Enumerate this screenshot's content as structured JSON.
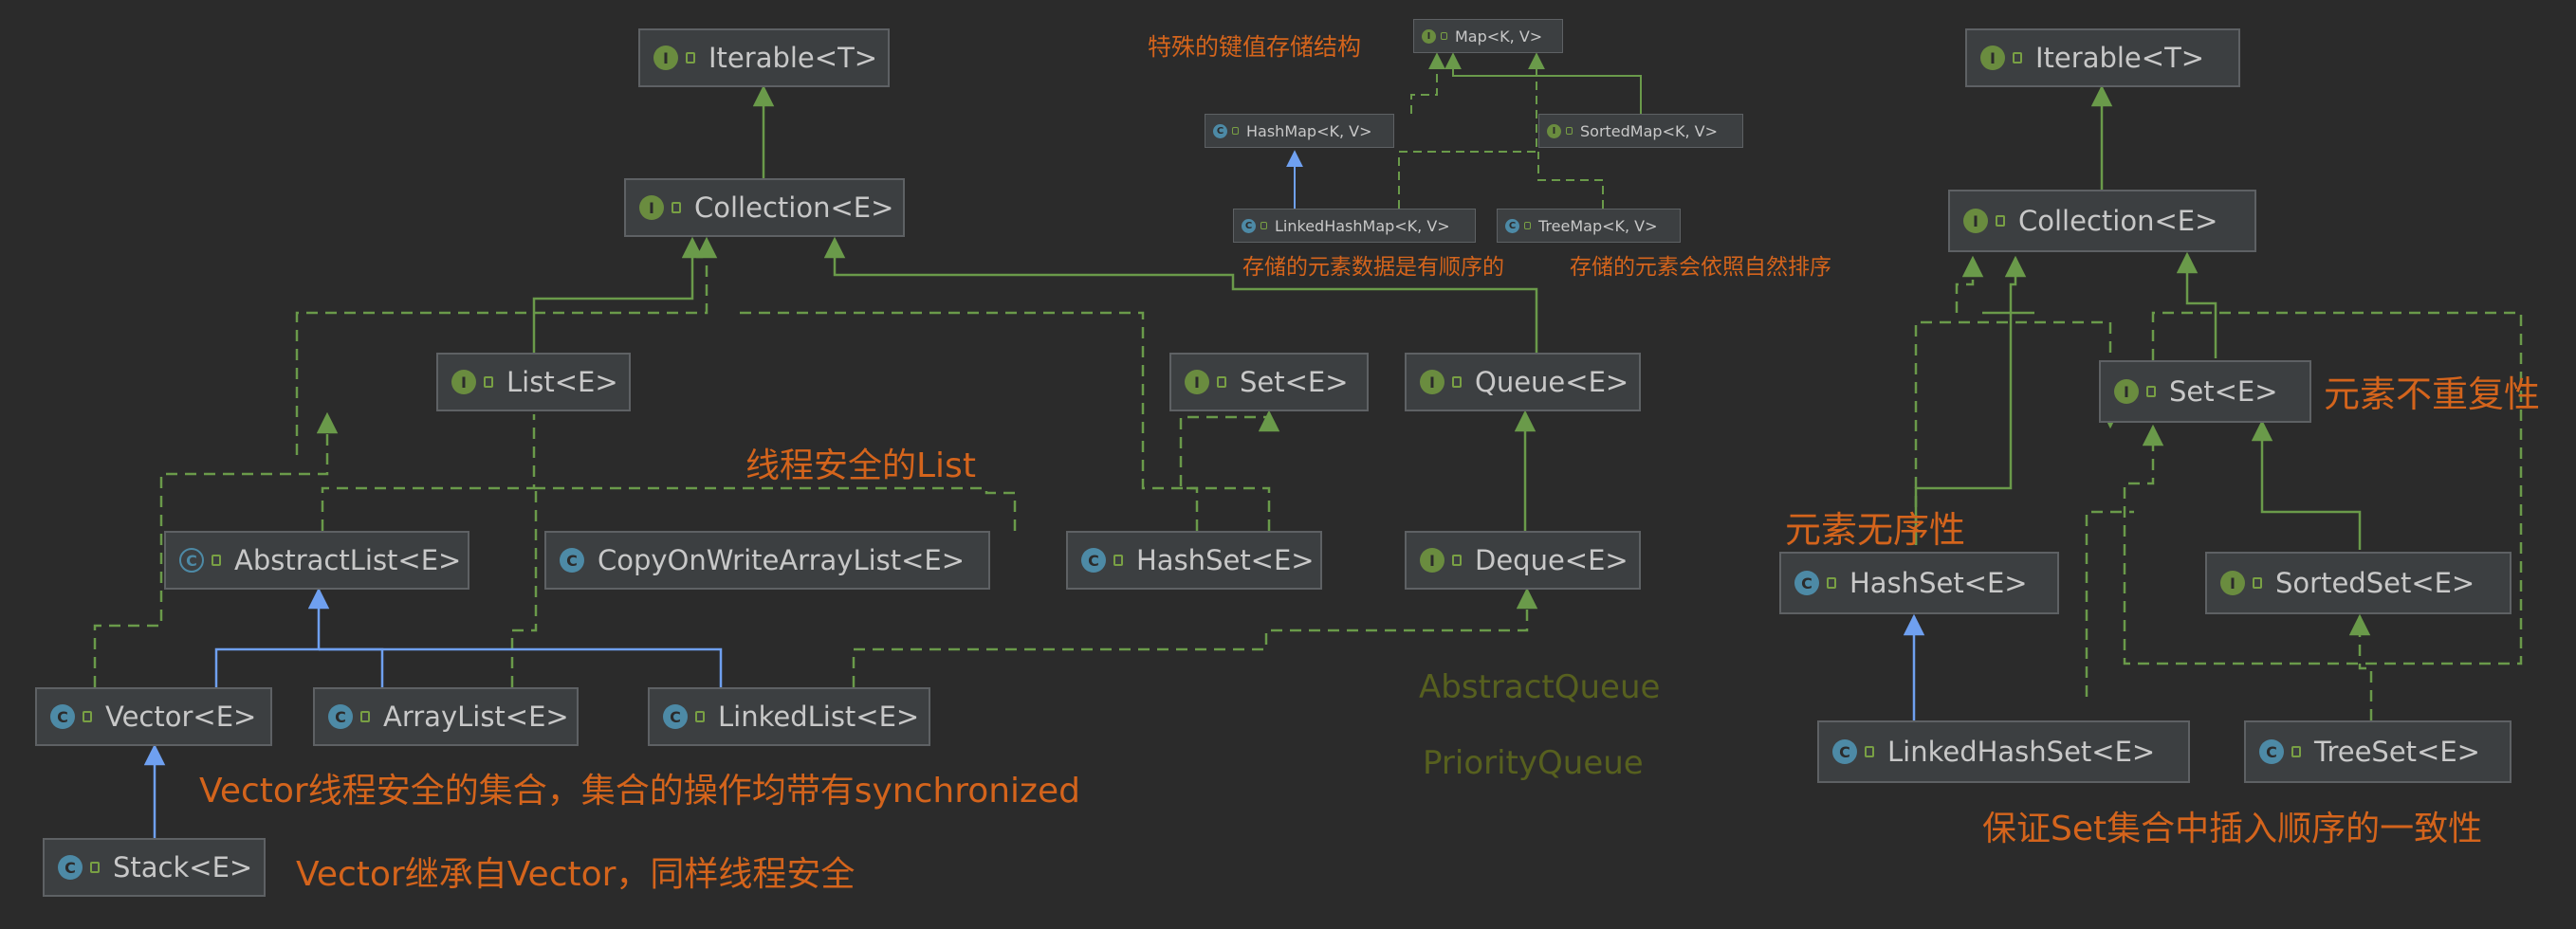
{
  "colors": {
    "background": "#2b2b2b",
    "node_fill": "#3c3f41",
    "node_border": "#5e6164",
    "node_text": "#c8c8c8",
    "interface_badge": "#6a8c3f",
    "class_badge": "#4d8aa6",
    "extends_line": "#6a9a4a",
    "implements_line": "#6fa0f0",
    "dependency_dashed": "#6a9a4a",
    "annotation_orange": "#d4641c",
    "annotation_olive": "#57601f"
  },
  "nodes": {
    "iterable_left": {
      "label": "Iterable<T>",
      "kind": "interface"
    },
    "collection_left": {
      "label": "Collection<E>",
      "kind": "interface"
    },
    "list": {
      "label": "List<E>",
      "kind": "interface"
    },
    "set_left": {
      "label": "Set<E>",
      "kind": "interface"
    },
    "queue": {
      "label": "Queue<E>",
      "kind": "interface"
    },
    "abstract_list": {
      "label": "AbstractList<E>",
      "kind": "abstract"
    },
    "cow_array_list": {
      "label": "CopyOnWriteArrayList<E>",
      "kind": "class"
    },
    "hash_set_left": {
      "label": "HashSet<E>",
      "kind": "class"
    },
    "deque": {
      "label": "Deque<E>",
      "kind": "interface"
    },
    "vector": {
      "label": "Vector<E>",
      "kind": "class"
    },
    "array_list": {
      "label": "ArrayList<E>",
      "kind": "class"
    },
    "linked_list": {
      "label": "LinkedList<E>",
      "kind": "class"
    },
    "stack": {
      "label": "Stack<E>",
      "kind": "class"
    },
    "map": {
      "label": "Map<K, V>",
      "kind": "interface"
    },
    "hash_map": {
      "label": "HashMap<K, V>",
      "kind": "class"
    },
    "sorted_map": {
      "label": "SortedMap<K, V>",
      "kind": "interface"
    },
    "linked_hash_map": {
      "label": "LinkedHashMap<K, V>",
      "kind": "class"
    },
    "tree_map": {
      "label": "TreeMap<K, V>",
      "kind": "class"
    },
    "iterable_right": {
      "label": "Iterable<T>",
      "kind": "interface"
    },
    "collection_right": {
      "label": "Collection<E>",
      "kind": "interface"
    },
    "set_right": {
      "label": "Set<E>",
      "kind": "interface"
    },
    "hash_set_right": {
      "label": "HashSet<E>",
      "kind": "class"
    },
    "sorted_set": {
      "label": "SortedSet<E>",
      "kind": "interface"
    },
    "linked_hash_set": {
      "label": "LinkedHashSet<E>",
      "kind": "class"
    },
    "tree_set": {
      "label": "TreeSet<E>",
      "kind": "class"
    }
  },
  "annotations": {
    "map_special": "特殊的键值存储结构",
    "linked_hash_map_note": "存储的元素数据是有顺序的",
    "tree_map_note": "存储的元素会依照自然排序",
    "thread_safe_list": "线程安全的List",
    "vector_note": "Vector线程安全的集合，集合的操作均带有synchronized",
    "stack_note": "Vector继承自Vector，同样线程安全",
    "abstract_queue": "AbstractQueue",
    "priority_queue": "PriorityQueue",
    "set_unique": "元素不重复性",
    "hashset_unordered": "元素无序性",
    "linked_hash_set_note": "保证Set集合中插入顺序的一致性"
  }
}
